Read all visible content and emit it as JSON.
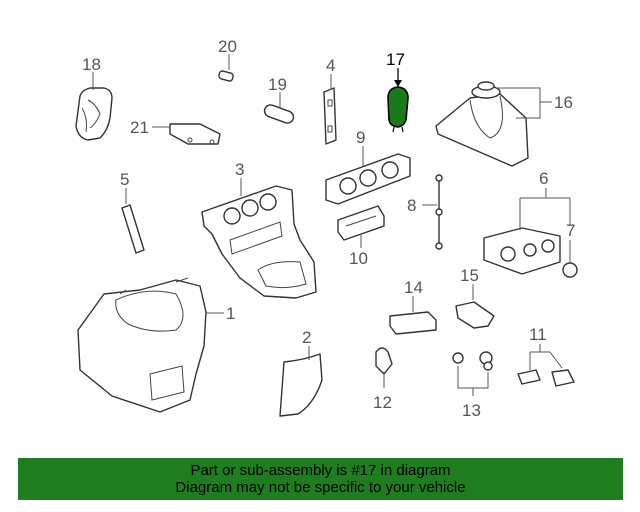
{
  "banner": {
    "line1": "Part or sub-assembly is #17 in diagram",
    "line2": "Diagram may not be specific to your vehicle",
    "color": "#1e7d1e"
  },
  "highlight": {
    "part_number": "17",
    "color": "#1a7a1a"
  },
  "callouts": {
    "c1": "1",
    "c2": "2",
    "c3": "3",
    "c4": "4",
    "c5": "5",
    "c6": "6",
    "c7": "7",
    "c8": "8",
    "c9": "9",
    "c10": "10",
    "c11": "11",
    "c12": "12",
    "c13": "13",
    "c14": "14",
    "c15": "15",
    "c16": "16",
    "c17": "17",
    "c18": "18",
    "c19": "19",
    "c20": "20",
    "c21": "21"
  }
}
